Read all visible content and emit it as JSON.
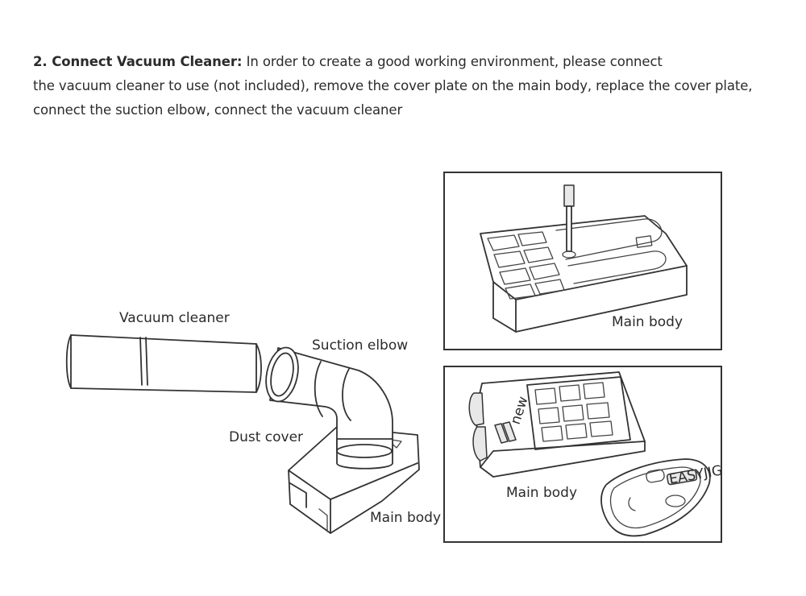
{
  "step": {
    "heading": "2. Connect Vacuum Cleaner:",
    "line1": " In order to create a good working environment, please connect",
    "line2": "the vacuum cleaner to use (not included), remove the cover plate on the main body, replace the cover plate,",
    "line3": "connect the suction elbow, connect the vacuum cleaner"
  },
  "labels": {
    "vacuum_cleaner": "Vacuum cleaner",
    "suction_elbow": "Suction elbow",
    "dust_cover": "Dust cover",
    "main_body_left": "Main body",
    "main_body_top": "Main body",
    "main_body_bottom": "Main body"
  },
  "brand": {
    "logo_text": "new",
    "plate_text": "EASYJIG"
  }
}
